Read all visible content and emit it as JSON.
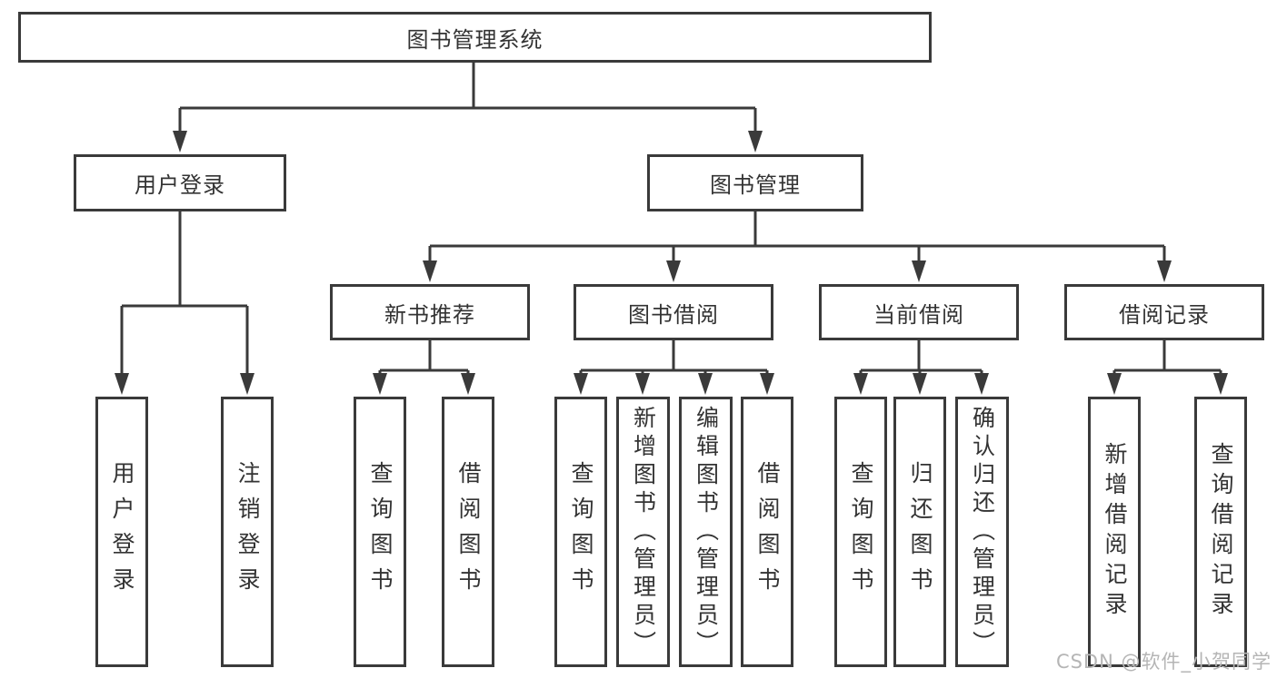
{
  "diagram": {
    "type": "org-tree",
    "colors": {
      "line": "#3a3a3a",
      "box_border": "#3a3a3a",
      "box_fill": "#ffffff",
      "text": "#333333",
      "watermark_text_color": "#b5b5b5"
    },
    "tree": {
      "label": "图书管理系统",
      "children": [
        {
          "label": "用户登录",
          "children": [
            {
              "label": "用户登录"
            },
            {
              "label": "注销登录"
            }
          ]
        },
        {
          "label": "图书管理",
          "children": [
            {
              "label": "新书推荐",
              "children": [
                {
                  "label": "查询图书"
                },
                {
                  "label": "借阅图书"
                }
              ]
            },
            {
              "label": "图书借阅",
              "children": [
                {
                  "label": "查询图书"
                },
                {
                  "label": "新增图书（管理员）"
                },
                {
                  "label": "编辑图书（管理员）"
                },
                {
                  "label": "借阅图书"
                }
              ]
            },
            {
              "label": "当前借阅",
              "children": [
                {
                  "label": "查询图书"
                },
                {
                  "label": "归还图书"
                },
                {
                  "label": "确认归还（管理员）"
                }
              ]
            },
            {
              "label": "借阅记录",
              "children": [
                {
                  "label": "新增借阅记录"
                },
                {
                  "label": "查询借阅记录"
                }
              ]
            }
          ]
        }
      ]
    }
  },
  "watermark": {
    "text": "CSDN @软件_小贺同学"
  }
}
